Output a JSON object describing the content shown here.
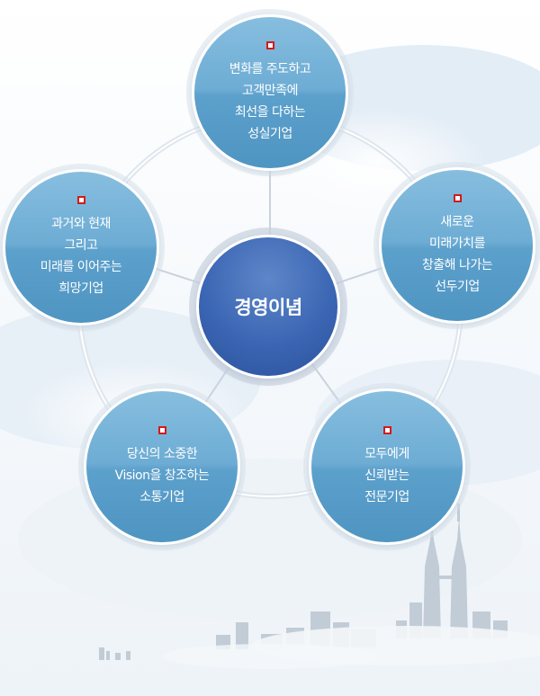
{
  "center": {
    "label": "경영이념"
  },
  "nodes": [
    {
      "lines": [
        "변화를 주도하고",
        "고객만족에",
        "최선을 다하는",
        "성실기업"
      ]
    },
    {
      "lines": [
        "새로운",
        "미래가치를",
        "창출해 나가는",
        "선두기업"
      ]
    },
    {
      "lines": [
        "모두에게",
        "신뢰받는",
        "전문기업"
      ]
    },
    {
      "lines": [
        "당신의 소중한",
        "Vision을 창조하는",
        "소통기업"
      ]
    },
    {
      "lines": [
        "과거와 현재",
        "그리고",
        "미래를 이어주는",
        "희망기업"
      ]
    }
  ],
  "colors": {
    "node_top": "#87bedf",
    "node_bottom": "#4f95c2",
    "center": "#3b66b3",
    "bullet_border": "#d51a1a"
  }
}
